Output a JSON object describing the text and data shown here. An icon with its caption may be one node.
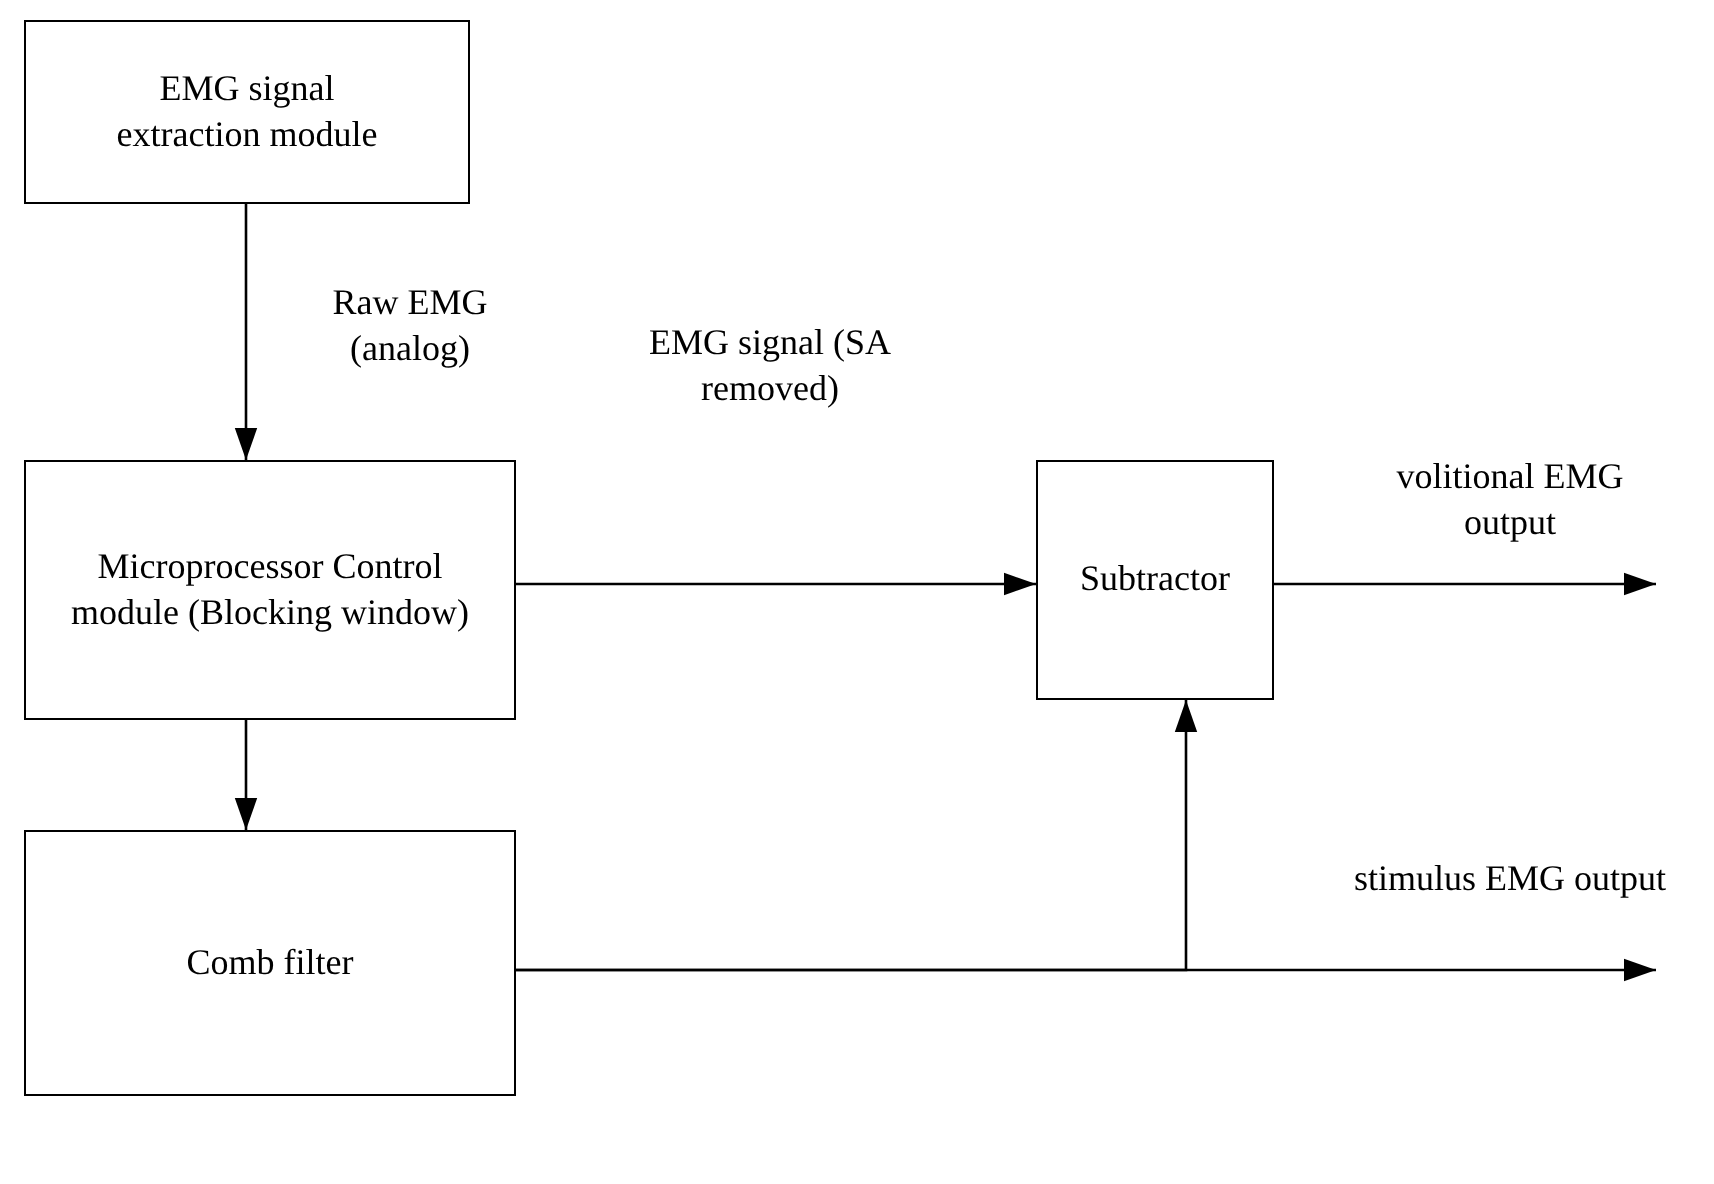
{
  "diagram": {
    "nodes": [
      {
        "text": [
          "EMG signal extraction module"
        ]
      },
      {
        "text": [
          "Microprocessor Control module (Blocking window)"
        ]
      },
      {
        "text": [
          "Subtractor"
        ]
      },
      {
        "text": [
          "Comb filter"
        ]
      }
    ],
    "edges": [
      {
        "from": 0,
        "to": 1,
        "arrow": "to",
        "label": "Raw EMG (analog)"
      },
      {
        "from": 1,
        "to": 2,
        "arrow": "to",
        "label": "EMG signal (SA removed)"
      },
      {
        "from": 2,
        "to": null,
        "arrow": "to",
        "label": "volitional EMG output"
      },
      {
        "from": 1,
        "to": 3,
        "arrow": "to"
      },
      {
        "from": 3,
        "to": 2,
        "arrow": "to"
      },
      {
        "from": 3,
        "to": null,
        "arrow": "to",
        "label": "stimulus EMG output"
      }
    ]
  }
}
